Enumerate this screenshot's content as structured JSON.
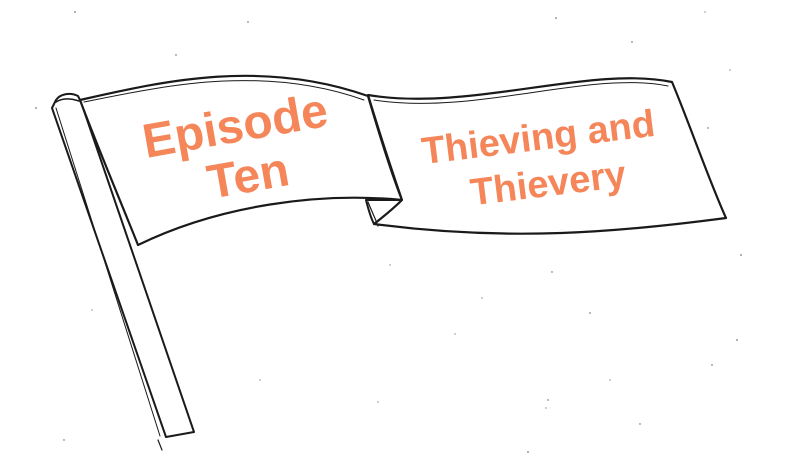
{
  "flag": {
    "left_panel": {
      "line1": "Episode",
      "line2": "Ten"
    },
    "right_panel": {
      "line1": "Thieving and",
      "line2": "Thievery"
    }
  },
  "colors": {
    "text": "#f4865a",
    "ink": "#1a1a1a",
    "paper": "#ffffff"
  },
  "icons": {
    "flag": "hand-drawn-waving-flag-illustration"
  }
}
